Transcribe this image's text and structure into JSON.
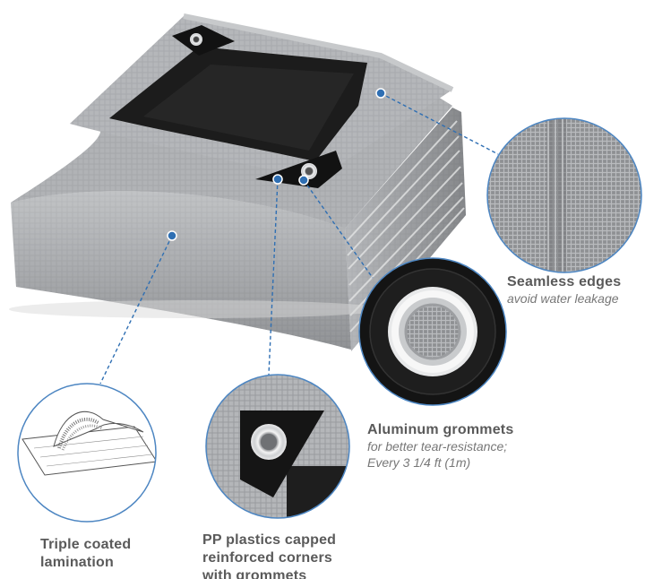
{
  "callouts": {
    "seamless": {
      "title": "Seamless edges",
      "subtitle": "avoid water leakage"
    },
    "grommets": {
      "title": "Aluminum grommets",
      "subtitle_lines": [
        "for better tear-resistance;",
        "Every 3 1/4 ft (1m)"
      ]
    },
    "lamination": {
      "title_lines": [
        "Triple coated",
        "lamination"
      ]
    },
    "corners": {
      "title_lines": [
        "PP plastics capped",
        "reinforced corners",
        "with grommets"
      ]
    }
  },
  "colors": {
    "accent_blue": "#2f6fb3",
    "tarp_silver": "#a9abae",
    "tarp_black": "#1b1b1b",
    "circle_border": "#4d86c2",
    "text_gray": "#5a5a5a"
  }
}
